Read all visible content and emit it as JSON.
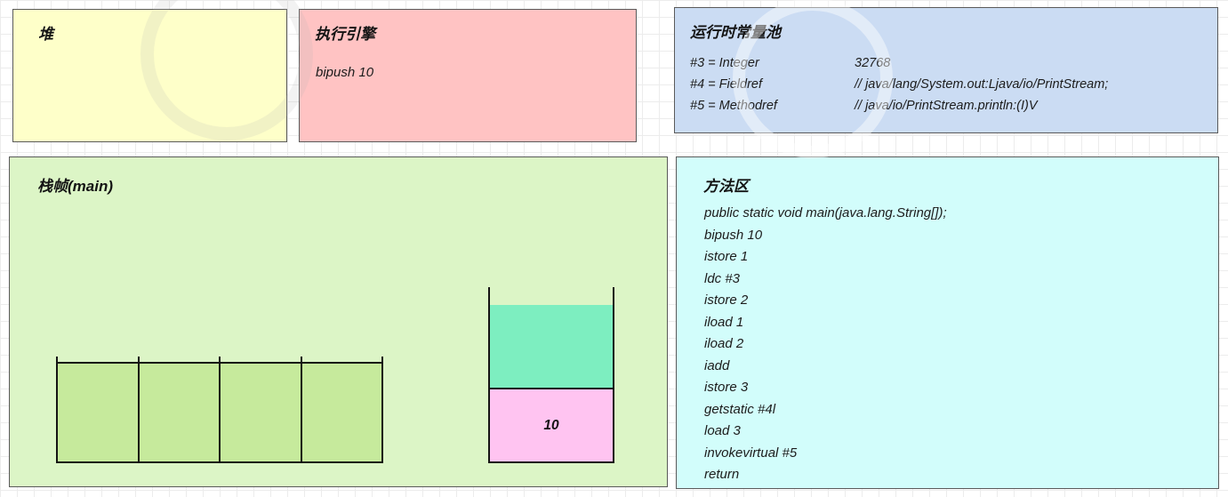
{
  "colors": {
    "heap_fill": "#feffc9",
    "engine_fill": "#ffc3c3",
    "pool_fill": "#cbdcf3",
    "frame_fill": "#dcf5c6",
    "method_fill": "#d2fdfb",
    "slot_fill": "#c6ea9c",
    "operand_top_fill": "#7deec0",
    "operand_value_fill": "#ffc4f1",
    "line_color": "#141414"
  },
  "heap": {
    "title": "堆"
  },
  "execution_engine": {
    "title": "执行引擎",
    "instruction": "bipush 10"
  },
  "constant_pool": {
    "title": "运行时常量池",
    "entries": [
      {
        "key": "#3 = Integer",
        "value": "32768"
      },
      {
        "key": "#4 = Fieldref",
        "value": "// java/lang/System.out:Ljava/io/PrintStream;"
      },
      {
        "key": "#5 = Methodref",
        "value": "// java/io/PrintStream.println:(I)V"
      }
    ]
  },
  "stack_frame": {
    "title": "栈帧(main)",
    "local_variable_slot_count": 4,
    "operand_stack": {
      "value": "10"
    }
  },
  "method_area": {
    "title": "方法区",
    "lines": [
      "public static void main(java.lang.String[]);",
      "bipush 10",
      "istore 1",
      "ldc #3",
      "istore 2",
      "iload 1",
      "iload 2",
      "iadd",
      "istore 3",
      "getstatic #4l",
      "load 3",
      "invokevirtual #5",
      "return"
    ]
  }
}
